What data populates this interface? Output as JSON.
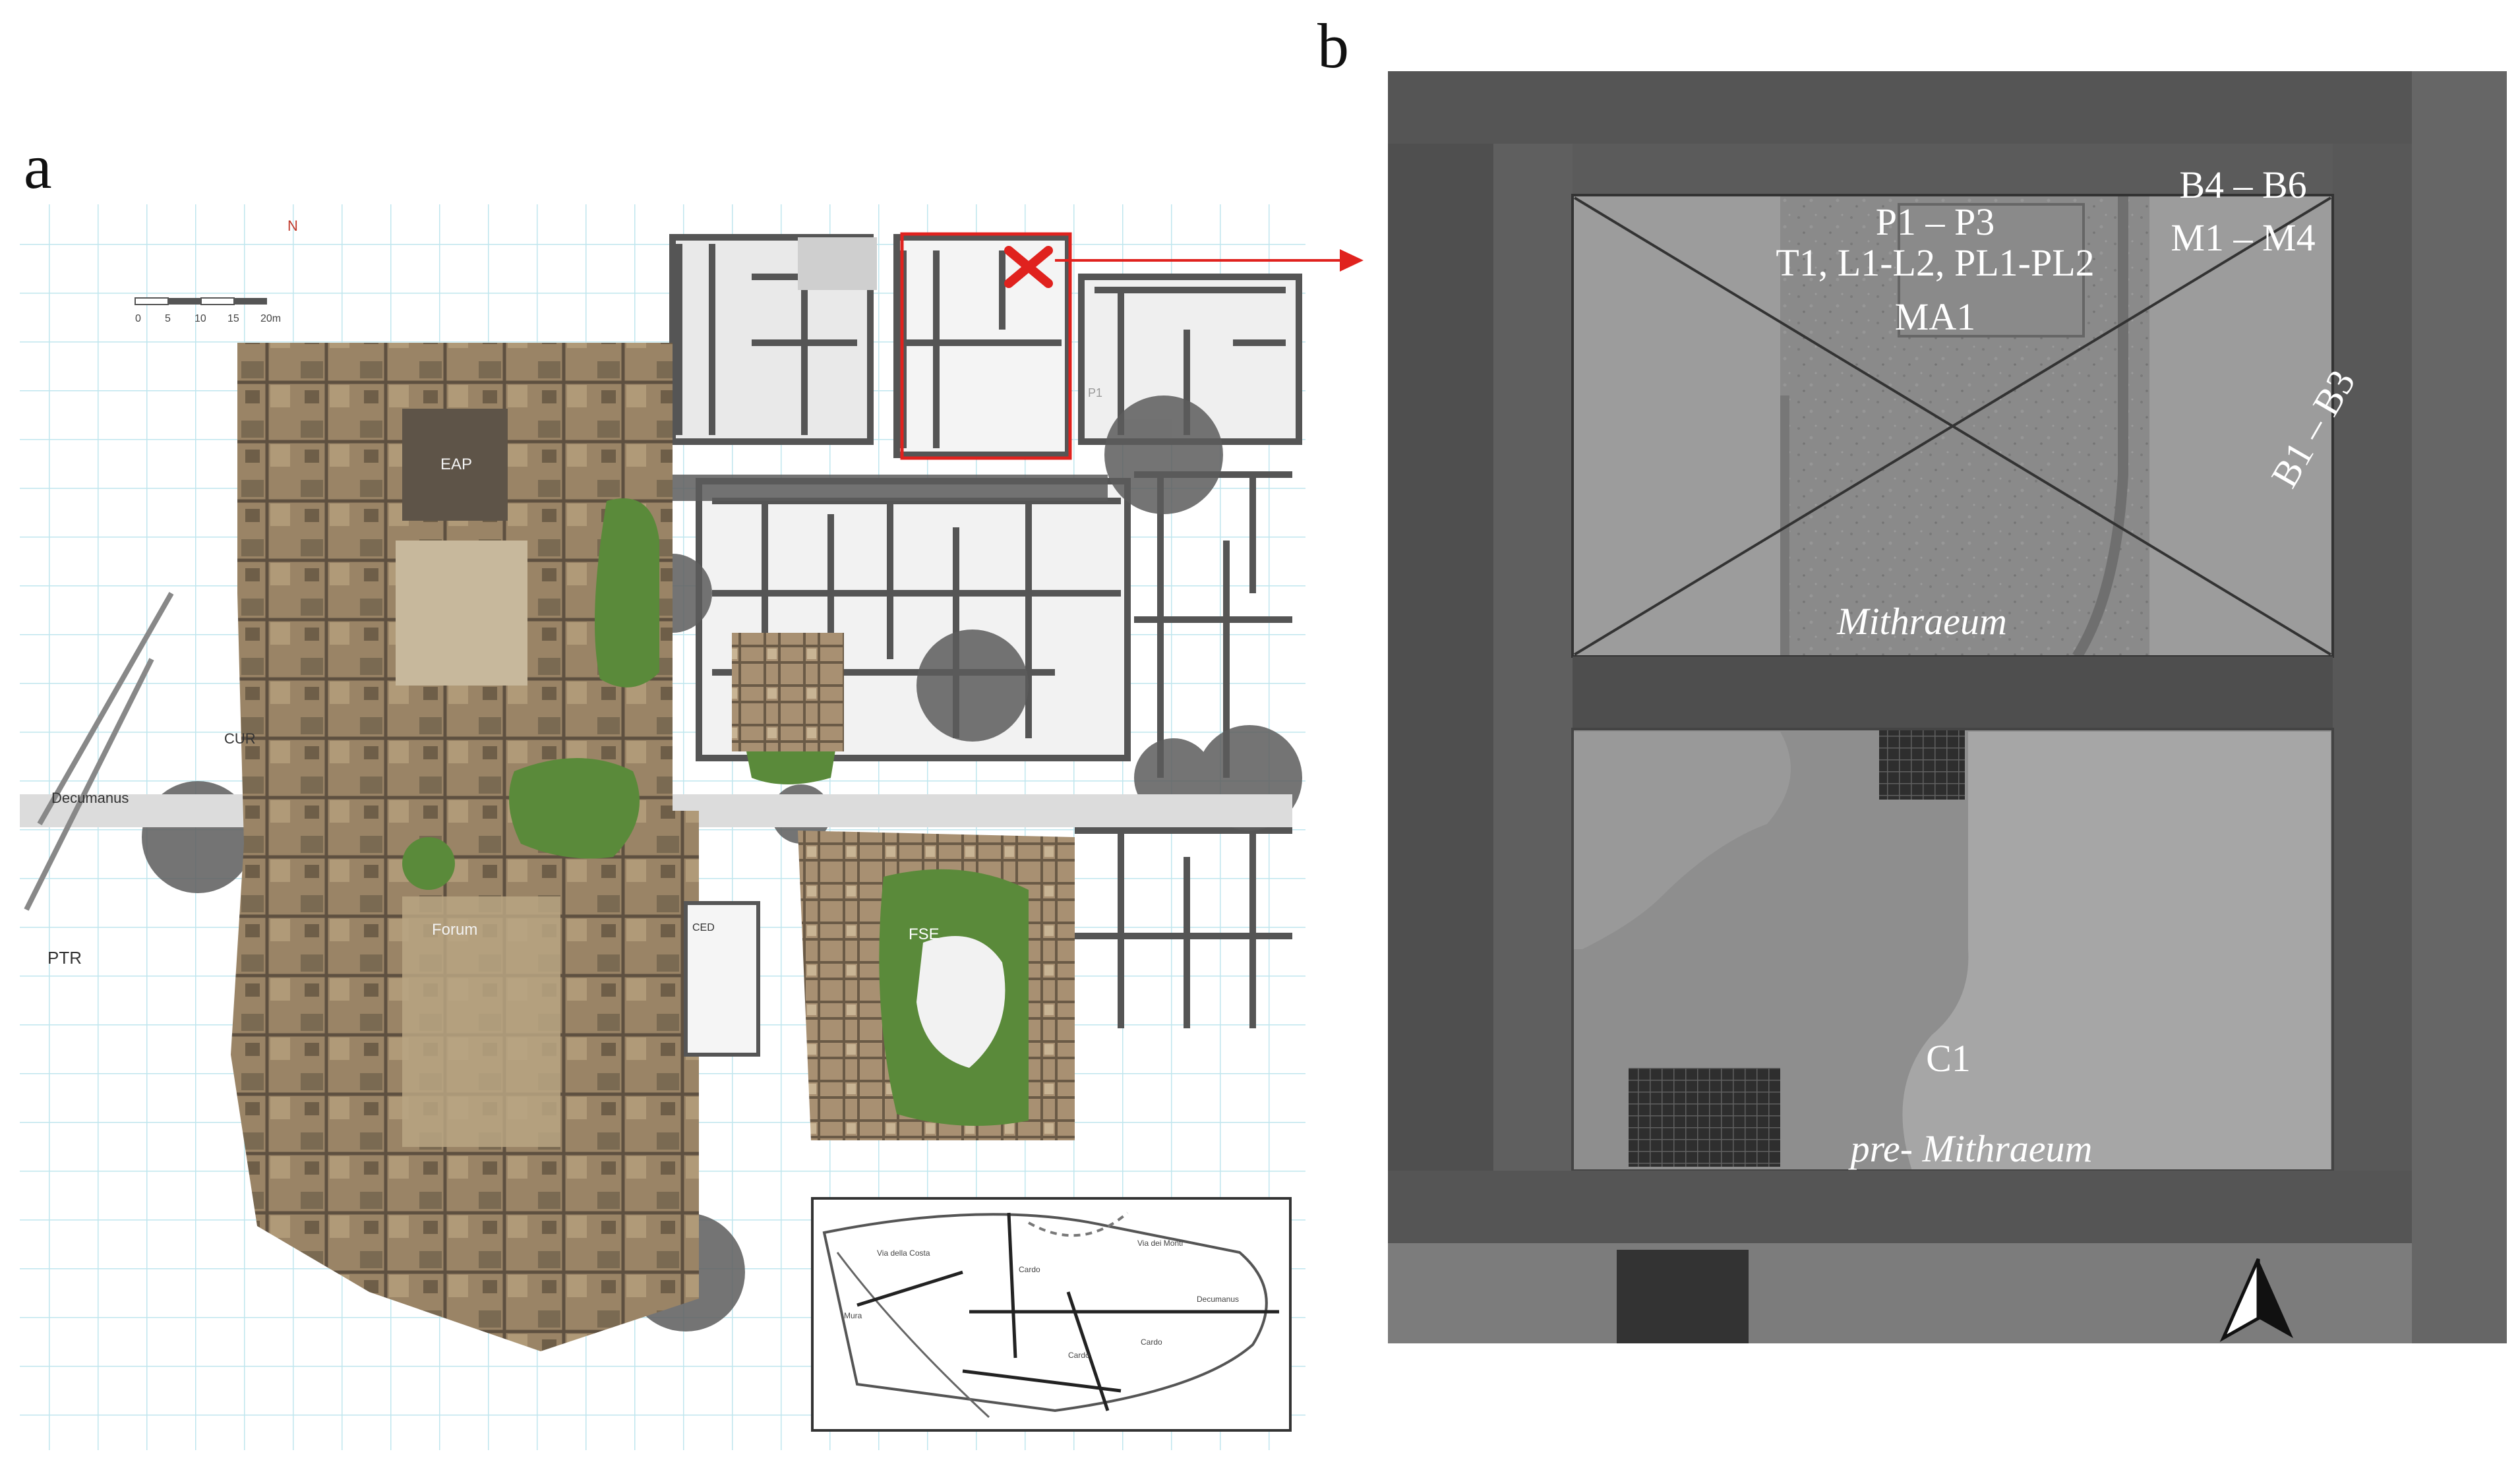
{
  "panel_a": {
    "letter": "a",
    "north_label": "N",
    "scale_ticks": [
      "0",
      "5",
      "10",
      "15",
      "20m"
    ],
    "labels": {
      "eap": "EAP",
      "cur": "CUR",
      "decumanus": "Decumanus",
      "forum": "Forum",
      "ptr": "PTR",
      "fse": "FSE",
      "ced": "CED",
      "p1": "P1"
    },
    "inset_labels": [
      "Via dei Monti",
      "Decumanus",
      "Cardo",
      "Cardo",
      "Cardo",
      "Mura",
      "Via della Costa"
    ]
  },
  "panel_b": {
    "letter": "b",
    "labels": {
      "p_series": "P1 – P3",
      "t_series": "T1, L1-L2, PL1-PL2",
      "ma": "MA1",
      "b_upper": "B4 – B6",
      "m_series": "M1 – M4",
      "b_lower": "B1 – B3",
      "mithraeum": "Mithraeum",
      "c1": "C1",
      "pre_mithraeum": "pre- Mithraeum"
    }
  },
  "colors": {
    "marker_red": "#e0221e",
    "wall_dark": "#4a4a4a",
    "grid_blue": "#bfe6ee",
    "vegetation": "#5a8a3a",
    "ruins_brown": "#8b7355"
  }
}
